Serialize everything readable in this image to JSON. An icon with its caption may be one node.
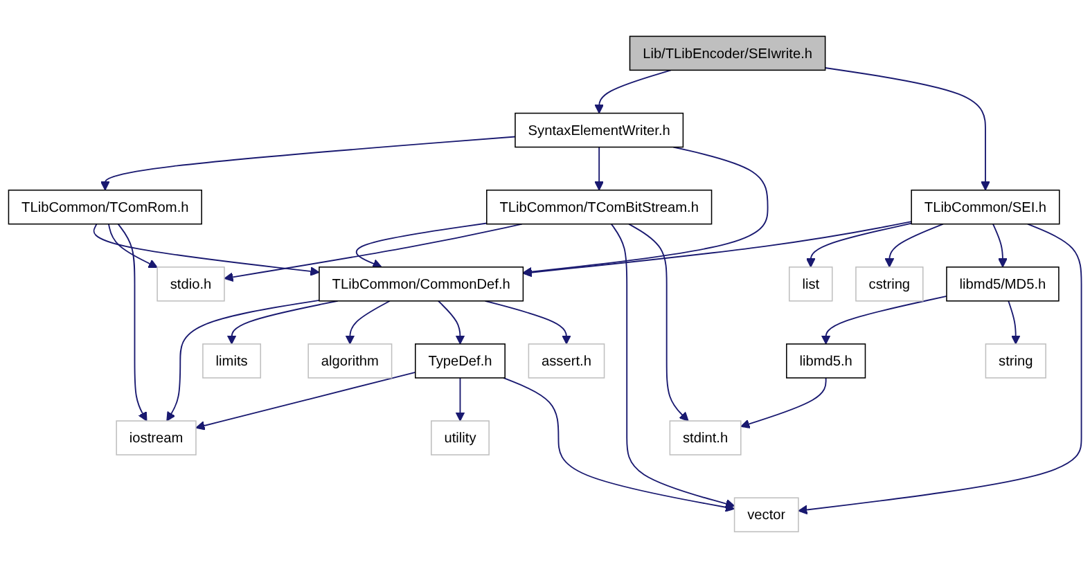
{
  "diagram": {
    "nodes": [
      {
        "text": [
          "Lib/TLibEncoder/SEIwrite.h"
        ]
      },
      {
        "text": [
          "SyntaxElementWriter.h"
        ]
      },
      {
        "text": [
          "TLibCommon/SEI.h"
        ]
      },
      {
        "text": [
          "TLibCommon/TComRom.h"
        ]
      },
      {
        "text": [
          "TLibCommon/TComBitStream.h"
        ]
      },
      {
        "text": [
          "list"
        ]
      },
      {
        "text": [
          "cstring"
        ]
      },
      {
        "text": [
          "libmd5/MD5.h"
        ]
      },
      {
        "text": [
          "TLibCommon/CommonDef.h"
        ]
      },
      {
        "text": [
          "stdio.h"
        ]
      },
      {
        "text": [
          "libmd5.h"
        ]
      },
      {
        "text": [
          "string"
        ]
      },
      {
        "text": [
          "limits"
        ]
      },
      {
        "text": [
          "algorithm"
        ]
      },
      {
        "text": [
          "TypeDef.h"
        ]
      },
      {
        "text": [
          "assert.h"
        ]
      },
      {
        "text": [
          "stdint.h"
        ]
      },
      {
        "text": [
          "iostream"
        ]
      },
      {
        "text": [
          "utility"
        ]
      },
      {
        "text": [
          "vector"
        ]
      }
    ],
    "edges": [
      {
        "from": 0,
        "to": 1,
        "arrow": "to"
      },
      {
        "from": 0,
        "to": 2,
        "arrow": "to"
      },
      {
        "from": 1,
        "to": 3,
        "arrow": "to"
      },
      {
        "from": 1,
        "to": 4,
        "arrow": "to"
      },
      {
        "from": 1,
        "to": 8,
        "arrow": "to"
      },
      {
        "from": 2,
        "to": 8,
        "arrow": "to"
      },
      {
        "from": 2,
        "to": 5,
        "arrow": "to"
      },
      {
        "from": 2,
        "to": 6,
        "arrow": "to"
      },
      {
        "from": 2,
        "to": 7,
        "arrow": "to"
      },
      {
        "from": 2,
        "to": 19,
        "arrow": "to"
      },
      {
        "from": 3,
        "to": 8,
        "arrow": "to"
      },
      {
        "from": 3,
        "to": 9,
        "arrow": "to"
      },
      {
        "from": 3,
        "to": 17,
        "arrow": "to"
      },
      {
        "from": 4,
        "to": 8,
        "arrow": "to"
      },
      {
        "from": 4,
        "to": 9,
        "arrow": "to"
      },
      {
        "from": 4,
        "to": 19,
        "arrow": "to"
      },
      {
        "from": 4,
        "to": 16,
        "arrow": "to"
      },
      {
        "from": 7,
        "to": 10,
        "arrow": "to"
      },
      {
        "from": 7,
        "to": 11,
        "arrow": "to"
      },
      {
        "from": 10,
        "to": 16,
        "arrow": "to"
      },
      {
        "from": 8,
        "to": 17,
        "arrow": "to"
      },
      {
        "from": 8,
        "to": 12,
        "arrow": "to"
      },
      {
        "from": 8,
        "to": 13,
        "arrow": "to"
      },
      {
        "from": 8,
        "to": 14,
        "arrow": "to"
      },
      {
        "from": 8,
        "to": 15,
        "arrow": "to"
      },
      {
        "from": 14,
        "to": 17,
        "arrow": "to"
      },
      {
        "from": 14,
        "to": 18,
        "arrow": "to"
      },
      {
        "from": 14,
        "to": 19,
        "arrow": "to"
      }
    ]
  }
}
